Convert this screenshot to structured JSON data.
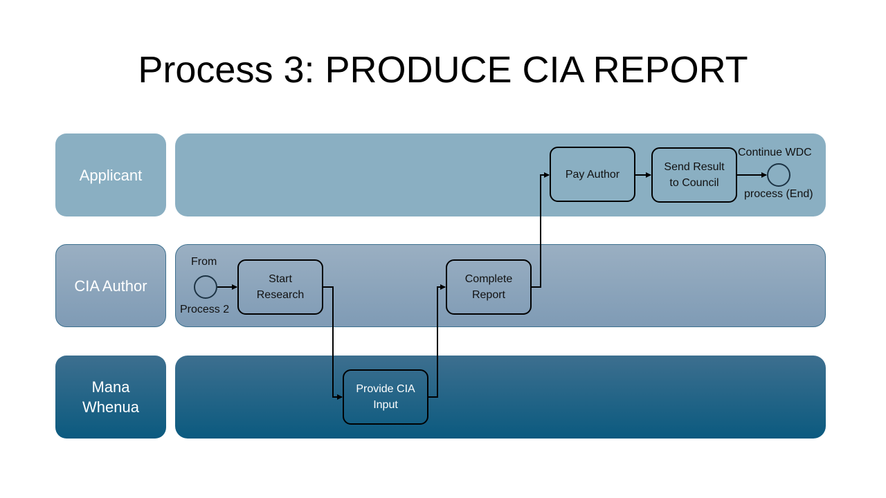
{
  "slide": {
    "title": "Process 3: PRODUCE CIA REPORT"
  },
  "lanes": {
    "applicant": {
      "label": "Applicant"
    },
    "cia_author": {
      "label": "CIA Author"
    },
    "mana_whenua": {
      "label_line1": "Mana",
      "label_line2": "Whenua"
    }
  },
  "tasks": {
    "start_research": {
      "line1": "Start",
      "line2": "Research"
    },
    "provide_cia_input": {
      "line1": "Provide CIA",
      "line2": "Input"
    },
    "complete_report": {
      "line1": "Complete",
      "line2": "Report"
    },
    "pay_author": {
      "line1": "Pay Author"
    },
    "send_result": {
      "line1": "Send Result",
      "line2": "to Council"
    }
  },
  "events": {
    "start": {
      "above": "From",
      "below": "Process 2"
    },
    "end": {
      "above": "Continue WDC",
      "below": "process (End)"
    }
  },
  "colors": {
    "applicant_lane": "#8aafc2",
    "author_lane": "#8ea6bc",
    "mana_lane": "#1f6488",
    "line": "#000000"
  }
}
